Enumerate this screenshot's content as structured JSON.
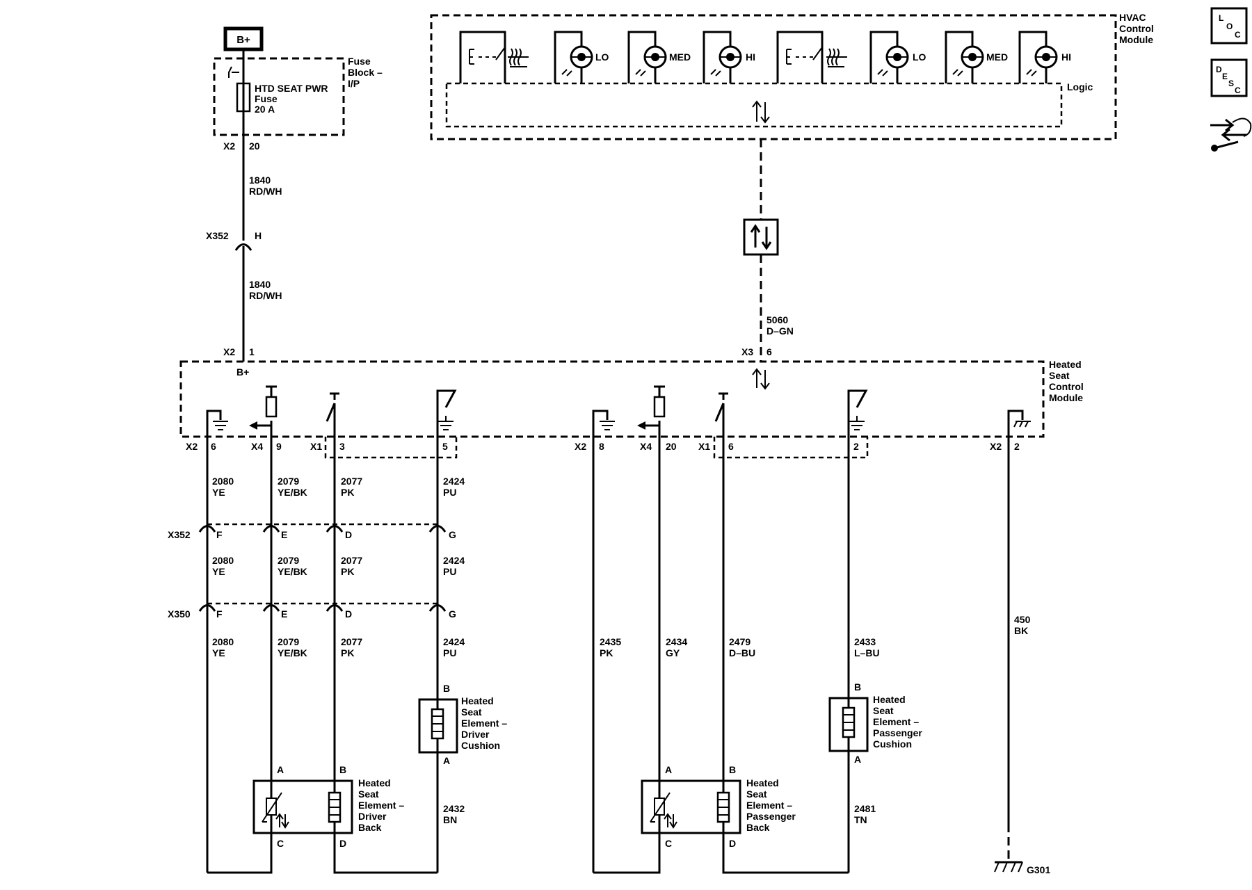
{
  "power": {
    "label": "B+"
  },
  "fuse_block": {
    "title": [
      "Fuse",
      "Block –",
      "I/P"
    ],
    "fuse_label": [
      "HTD SEAT PWR",
      "Fuse",
      "20 A"
    ],
    "conn": "X2",
    "pin": "20"
  },
  "feed_wires": [
    {
      "circuit": "1840",
      "color": "RD/WH"
    },
    {
      "circuit": "1840",
      "color": "RD/WH"
    }
  ],
  "inline_x352_top": {
    "conn": "X352",
    "pin": "H"
  },
  "hvac": {
    "title": [
      "HVAC",
      "Control",
      "Module"
    ],
    "logic_label": "Logic",
    "indicators": [
      "LO",
      "MED",
      "HI",
      "LO",
      "MED",
      "HI"
    ]
  },
  "serial": {
    "circuit": "5060",
    "color": "D–GN",
    "conn": "X3",
    "pin": "6"
  },
  "hscm": {
    "title": [
      "Heated",
      "Seat",
      "Control",
      "Module"
    ],
    "bplus_label": "B+",
    "power_conn": "X2",
    "power_pin": "1"
  },
  "pins": [
    {
      "conn": "X2",
      "pin": "6"
    },
    {
      "conn": "X4",
      "pin": "9"
    },
    {
      "conn": "X1",
      "pin": "3"
    },
    {
      "conn": "",
      "pin": "5"
    },
    {
      "conn": "X2",
      "pin": "8"
    },
    {
      "conn": "X4",
      "pin": "20"
    },
    {
      "conn": "X1",
      "pin": "6"
    },
    {
      "conn": "",
      "pin": "2"
    },
    {
      "conn": "X2",
      "pin": "2"
    }
  ],
  "driver_wires": [
    {
      "circuit": "2080",
      "color": "YE"
    },
    {
      "circuit": "2079",
      "color": "YE/BK"
    },
    {
      "circuit": "2077",
      "color": "PK"
    },
    {
      "circuit": "2424",
      "color": "PU"
    }
  ],
  "inline_connectors": [
    {
      "name": "X352",
      "pins": [
        "F",
        "E",
        "D",
        "G"
      ]
    },
    {
      "name": "X350",
      "pins": [
        "F",
        "E",
        "D",
        "G"
      ]
    }
  ],
  "passenger_wires": [
    {
      "circuit": "2435",
      "color": "PK"
    },
    {
      "circuit": "2434",
      "color": "GY"
    },
    {
      "circuit": "2479",
      "color": "D–BU"
    },
    {
      "circuit": "2433",
      "color": "L–BU"
    }
  ],
  "ground_wire": {
    "circuit": "450",
    "color": "BK",
    "ground": "G301"
  },
  "elements": {
    "driver_cushion": {
      "label": [
        "Heated",
        "Seat",
        "Element –",
        "Driver",
        "Cushion"
      ],
      "top_pin": "B",
      "bottom_pin": "A"
    },
    "driver_back": {
      "label": [
        "Heated",
        "Seat",
        "Element –",
        "Driver",
        "Back"
      ],
      "pins": [
        "A",
        "B",
        "C",
        "D"
      ]
    },
    "passenger_cushion": {
      "label": [
        "Heated",
        "Seat",
        "Element –",
        "Passenger",
        "Cushion"
      ],
      "top_pin": "B",
      "bottom_pin": "A"
    },
    "passenger_back": {
      "label": [
        "Heated",
        "Seat",
        "Element –",
        "Passenger",
        "Back"
      ],
      "pins": [
        "A",
        "B",
        "C",
        "D"
      ]
    }
  },
  "return_wires": [
    {
      "circuit": "2432",
      "color": "BN"
    },
    {
      "circuit": "2481",
      "color": "TN"
    }
  ],
  "side_icons": {
    "loc": [
      "L",
      "O",
      "C"
    ],
    "desc": [
      "D",
      "E",
      "S",
      "C"
    ]
  }
}
